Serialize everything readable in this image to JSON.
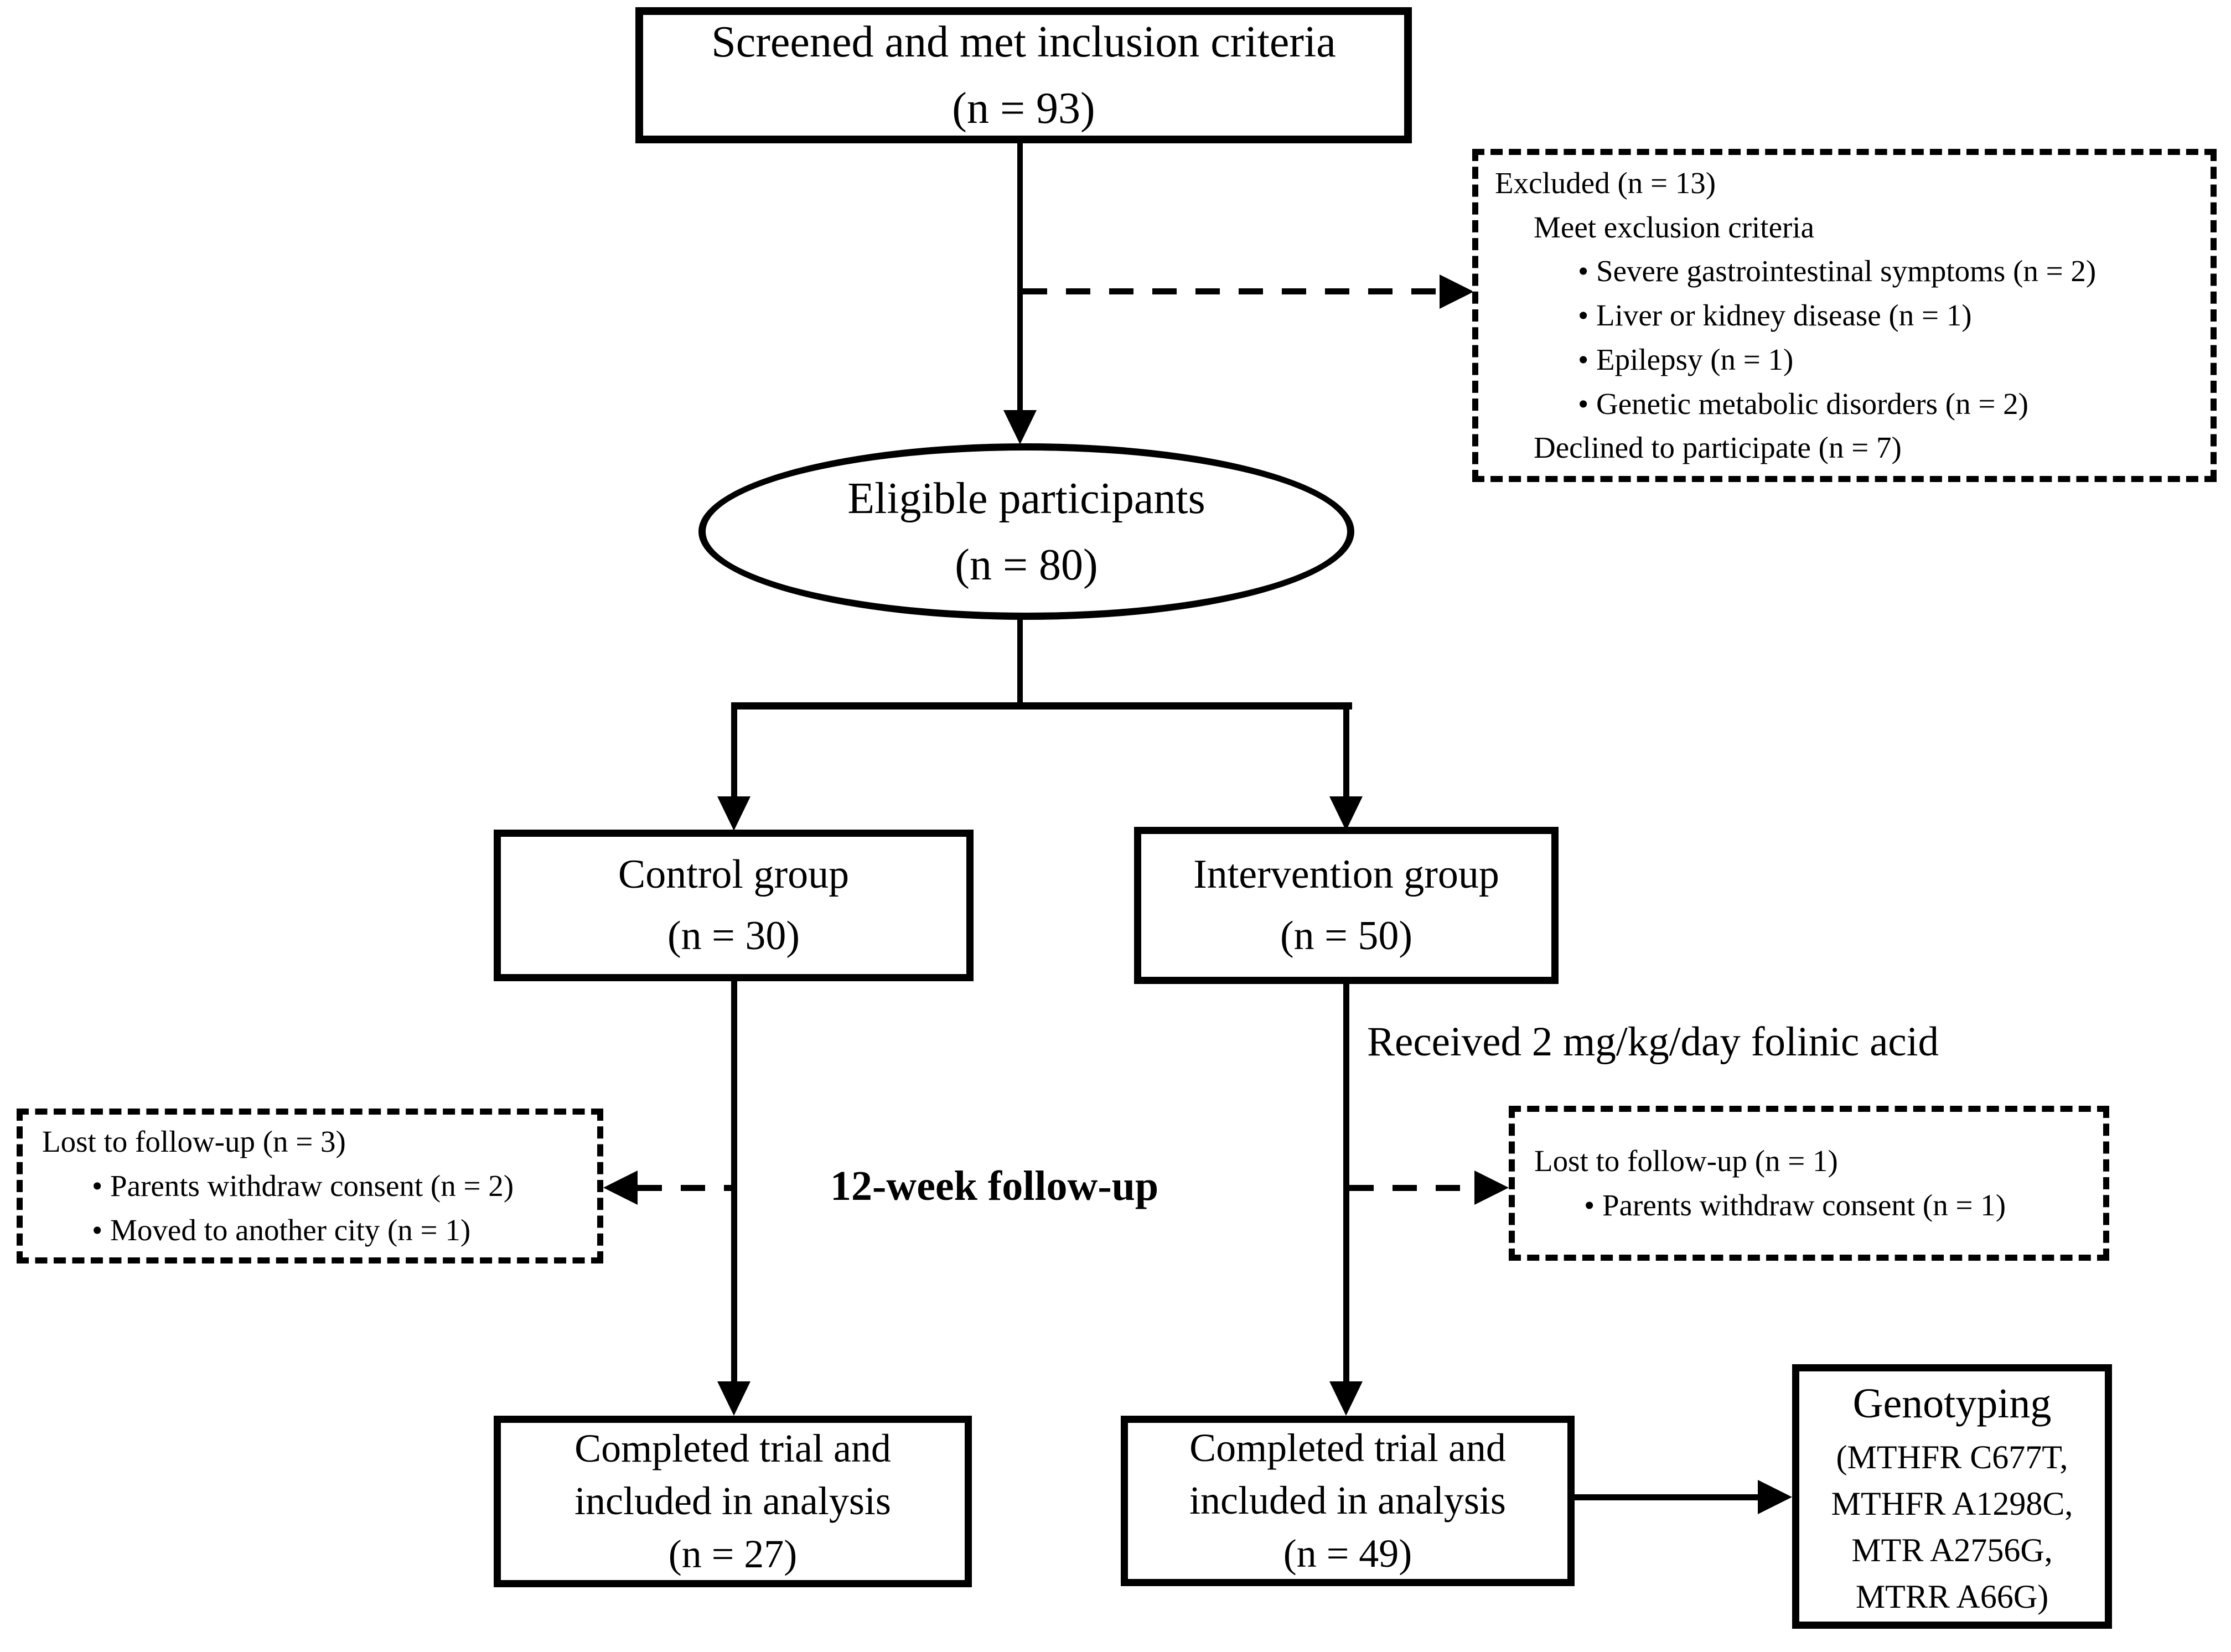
{
  "flowchart": {
    "screened": {
      "line1": "Screened and met inclusion criteria",
      "line2": "(n = 93)"
    },
    "excluded": {
      "title": "Excluded (n = 13)",
      "subtitle": "Meet exclusion criteria",
      "bullets": [
        "• Severe gastrointestinal symptoms (n = 2)",
        "• Liver or kidney disease (n = 1)",
        "• Epilepsy (n = 1)",
        "• Genetic metabolic disorders (n = 2)"
      ],
      "footer": "Declined to participate (n = 7)"
    },
    "eligible": {
      "line1": "Eligible participants",
      "line2": "(n = 80)"
    },
    "control": {
      "line1": "Control group",
      "line2": "(n = 30)"
    },
    "intervention": {
      "line1": "Intervention group",
      "line2": "(n = 50)"
    },
    "received_note": "Received 2 mg/kg/day folinic acid",
    "followup_label": "12-week follow-up",
    "lost_control": {
      "title": "Lost to follow-up  (n = 3)",
      "bullets": [
        "• Parents withdraw consent (n = 2)",
        "• Moved  to another city (n = 1)"
      ]
    },
    "lost_intervention": {
      "title": "Lost to follow-up  (n = 1)",
      "bullets": [
        "• Parents withdraw consent (n = 1)"
      ]
    },
    "completed_control": {
      "line1": "Completed trial and",
      "line2": "included in analysis",
      "line3": "(n = 27)"
    },
    "completed_intervention": {
      "line1": "Completed trial and",
      "line2": "included in analysis",
      "line3": "(n = 49)"
    },
    "genotyping": {
      "title": "Genotyping",
      "lines": [
        "(MTHFR C677T,",
        "MTHFR A1298C,",
        "MTR A2756G,",
        "MTRR A66G)"
      ]
    }
  },
  "colors": {
    "line": "#000000",
    "background": "#ffffff",
    "text": "#000000"
  }
}
